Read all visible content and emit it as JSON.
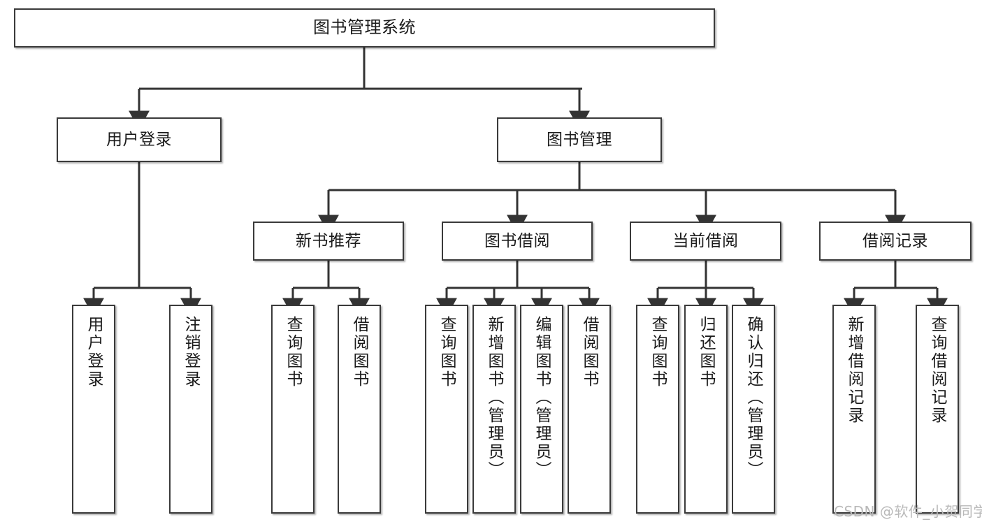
{
  "diagram": {
    "type": "tree-hierarchy",
    "title": "图书管理系统",
    "orientation": "top-down",
    "theme": {
      "background": "#ffffff",
      "node_fill": "#ffffff",
      "node_border": "#3a3a3a",
      "edge_color": "#333333",
      "text_color": "#1a1a1a",
      "watermark_color": "#b9b9b9"
    }
  },
  "nodes": {
    "root": {
      "label": "图书管理系统",
      "level": 0,
      "text_direction": "horizontal"
    },
    "level1": [
      {
        "id": "user-login",
        "label": "用户登录",
        "text_direction": "horizontal"
      },
      {
        "id": "book-management",
        "label": "图书管理",
        "text_direction": "horizontal"
      }
    ],
    "level2": [
      {
        "id": "new-book-recommend",
        "label": "新书推荐",
        "parent": "book-management",
        "text_direction": "horizontal"
      },
      {
        "id": "book-borrow",
        "label": "图书借阅",
        "parent": "book-management",
        "text_direction": "horizontal"
      },
      {
        "id": "current-borrow",
        "label": "当前借阅",
        "parent": "book-management",
        "text_direction": "horizontal"
      },
      {
        "id": "borrow-record",
        "label": "借阅记录",
        "parent": "book-management",
        "text_direction": "horizontal"
      }
    ],
    "leaves": [
      {
        "id": "leaf-user-login",
        "label": "用户登录",
        "parent": "user-login",
        "text_direction": "vertical"
      },
      {
        "id": "leaf-logout-login",
        "label": "注销登录",
        "parent": "user-login",
        "text_direction": "vertical"
      },
      {
        "id": "leaf-query-book-1",
        "label": "查询图书",
        "parent": "new-book-recommend",
        "text_direction": "vertical"
      },
      {
        "id": "leaf-borrow-book-1",
        "label": "借阅图书",
        "parent": "new-book-recommend",
        "text_direction": "vertical"
      },
      {
        "id": "leaf-query-book-2",
        "label": "查询图书",
        "parent": "book-borrow",
        "text_direction": "vertical"
      },
      {
        "id": "leaf-add-book",
        "label": "新增图书（管理员）",
        "parent": "book-borrow",
        "text_direction": "vertical"
      },
      {
        "id": "leaf-edit-book",
        "label": "编辑图书（管理员）",
        "parent": "book-borrow",
        "text_direction": "vertical"
      },
      {
        "id": "leaf-borrow-book-2",
        "label": "借阅图书",
        "parent": "book-borrow",
        "text_direction": "vertical"
      },
      {
        "id": "leaf-query-book-3",
        "label": "查询图书",
        "parent": "current-borrow",
        "text_direction": "vertical"
      },
      {
        "id": "leaf-return-book",
        "label": "归还图书",
        "parent": "current-borrow",
        "text_direction": "vertical"
      },
      {
        "id": "leaf-confirm-return",
        "label": "确认归还（管理员）",
        "parent": "current-borrow",
        "text_direction": "vertical"
      },
      {
        "id": "leaf-add-record",
        "label": "新增借阅记录",
        "parent": "borrow-record",
        "text_direction": "vertical"
      },
      {
        "id": "leaf-query-record",
        "label": "查询借阅记录",
        "parent": "borrow-record",
        "text_direction": "vertical"
      }
    ]
  },
  "watermark": {
    "text": "CSDN @软件_小贺同学"
  }
}
